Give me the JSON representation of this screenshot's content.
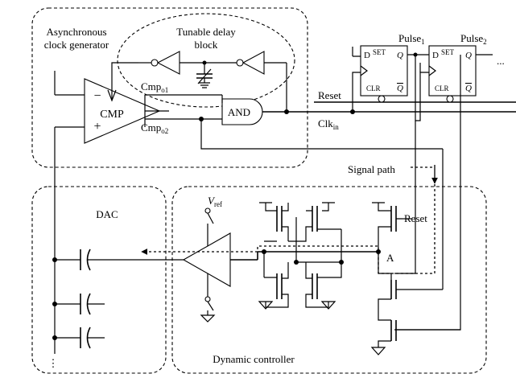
{
  "blocks": {
    "clock_gen": [
      "Asynchronous",
      "clock generator"
    ],
    "delay": [
      "Tunable delay",
      "block"
    ],
    "dac": "DAC",
    "dyn": "Dynamic controller"
  },
  "comparator": {
    "label": "CMP",
    "minus": "−",
    "plus": "+"
  },
  "gate": "AND",
  "signals": {
    "cmp1": {
      "main": "Cmp",
      "sub": "o1"
    },
    "cmp2": {
      "main": "Cmp",
      "sub": "o2"
    },
    "reset1": "Reset",
    "reset2": "Reset",
    "clk": {
      "main": "Clk",
      "sub": "in"
    },
    "pulse1": {
      "main": "Pulse",
      "sub": "1"
    },
    "pulse2": {
      "main": "Pulse",
      "sub": "2"
    },
    "vref": {
      "main": "V",
      "sub": "ref"
    },
    "node_a": "A",
    "signal_path": "Signal path",
    "ellipsis_h": "...",
    "ellipsis_v": "⋮"
  },
  "dff": {
    "d": "D",
    "set": "SET",
    "q": "Q",
    "clr": "CLR",
    "qbar": "Q"
  }
}
